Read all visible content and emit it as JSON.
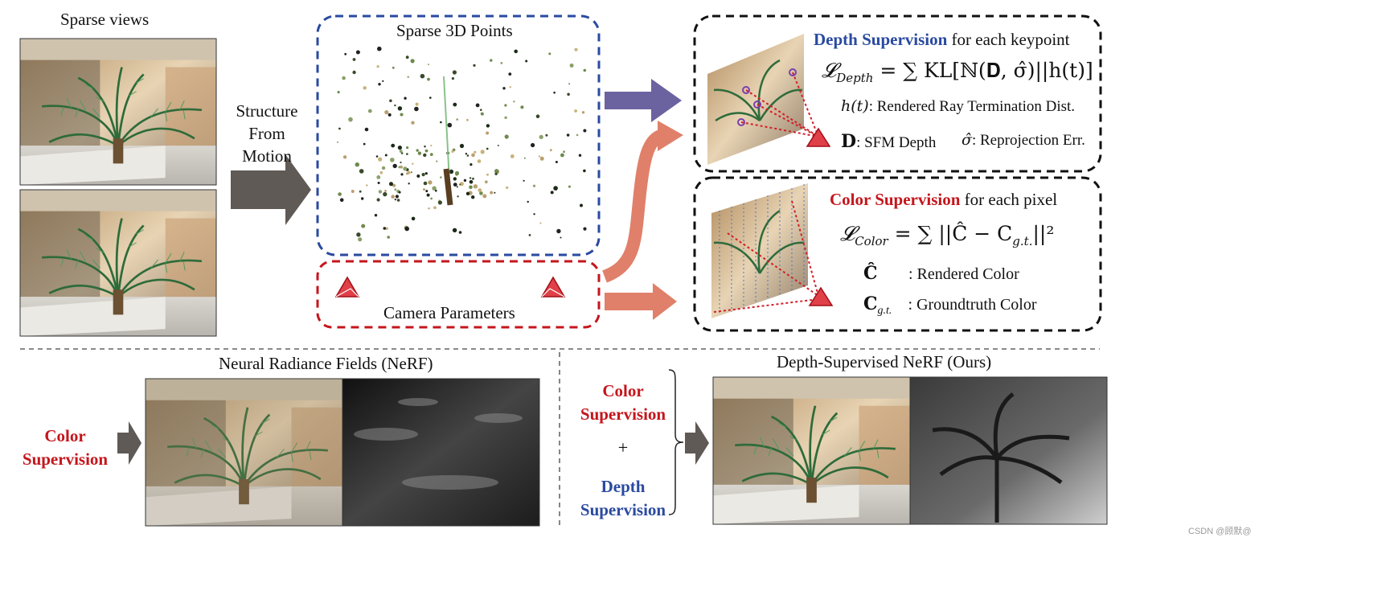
{
  "colors": {
    "blue": "#2a4aa0",
    "red": "#c4161c",
    "purple_arrow": "#6b62a0",
    "salmon_arrow": "#e0806a",
    "gray_arrow": "#5f5a56",
    "black_box": "#111111"
  },
  "left": {
    "title": "Sparse views",
    "sfm_label": [
      "Structure",
      "From",
      "Motion"
    ]
  },
  "points_box": {
    "title": "Sparse 3D Points"
  },
  "camera_box": {
    "title": "Camera Parameters"
  },
  "depth_box": {
    "title_colored": "Depth Supervision",
    "title_rest": "for each keypoint",
    "formula": "𝓛_Depth = Σ KL[ℕ(𝐃, σ̂) || h(t)]",
    "formula_lhs": "𝓛",
    "formula_sub": "Depth",
    "formula_rhs": "= ∑ KL[ℕ(𝐃, σ̂)||h(t)]",
    "ht_symbol": "h(t)",
    "ht_desc": ": Rendered Ray Termination Dist.",
    "d_symbol": "𝐃",
    "d_desc": ": SFM Depth",
    "sigma_symbol": "σ̂",
    "sigma_desc": ": Reprojection Err."
  },
  "color_box": {
    "title_colored": "Color Supervision",
    "title_rest": "for each pixel",
    "formula_lhs": "𝓛",
    "formula_sub": "Color",
    "formula_rhs": "= ∑ ||Ĉ − C",
    "formula_rhs_sub": "g.t.",
    "formula_rhs_end": "||²",
    "c_hat_symbol": "Ĉ",
    "c_hat_desc": ": Rendered Color",
    "c_gt_symbol": "C",
    "c_gt_sub": "g.t.",
    "c_gt_desc": ": Groundtruth Color"
  },
  "bottom_left": {
    "title": "Neural Radiance Fields (NeRF)",
    "supervision": [
      "Color",
      "Supervision"
    ]
  },
  "bottom_right": {
    "title": "Depth-Supervised NeRF (Ours)",
    "color_sup": [
      "Color",
      "Supervision"
    ],
    "plus": "+",
    "depth_sup": [
      "Depth",
      "Supervision"
    ]
  },
  "watermark": "CSDN @顾默@"
}
